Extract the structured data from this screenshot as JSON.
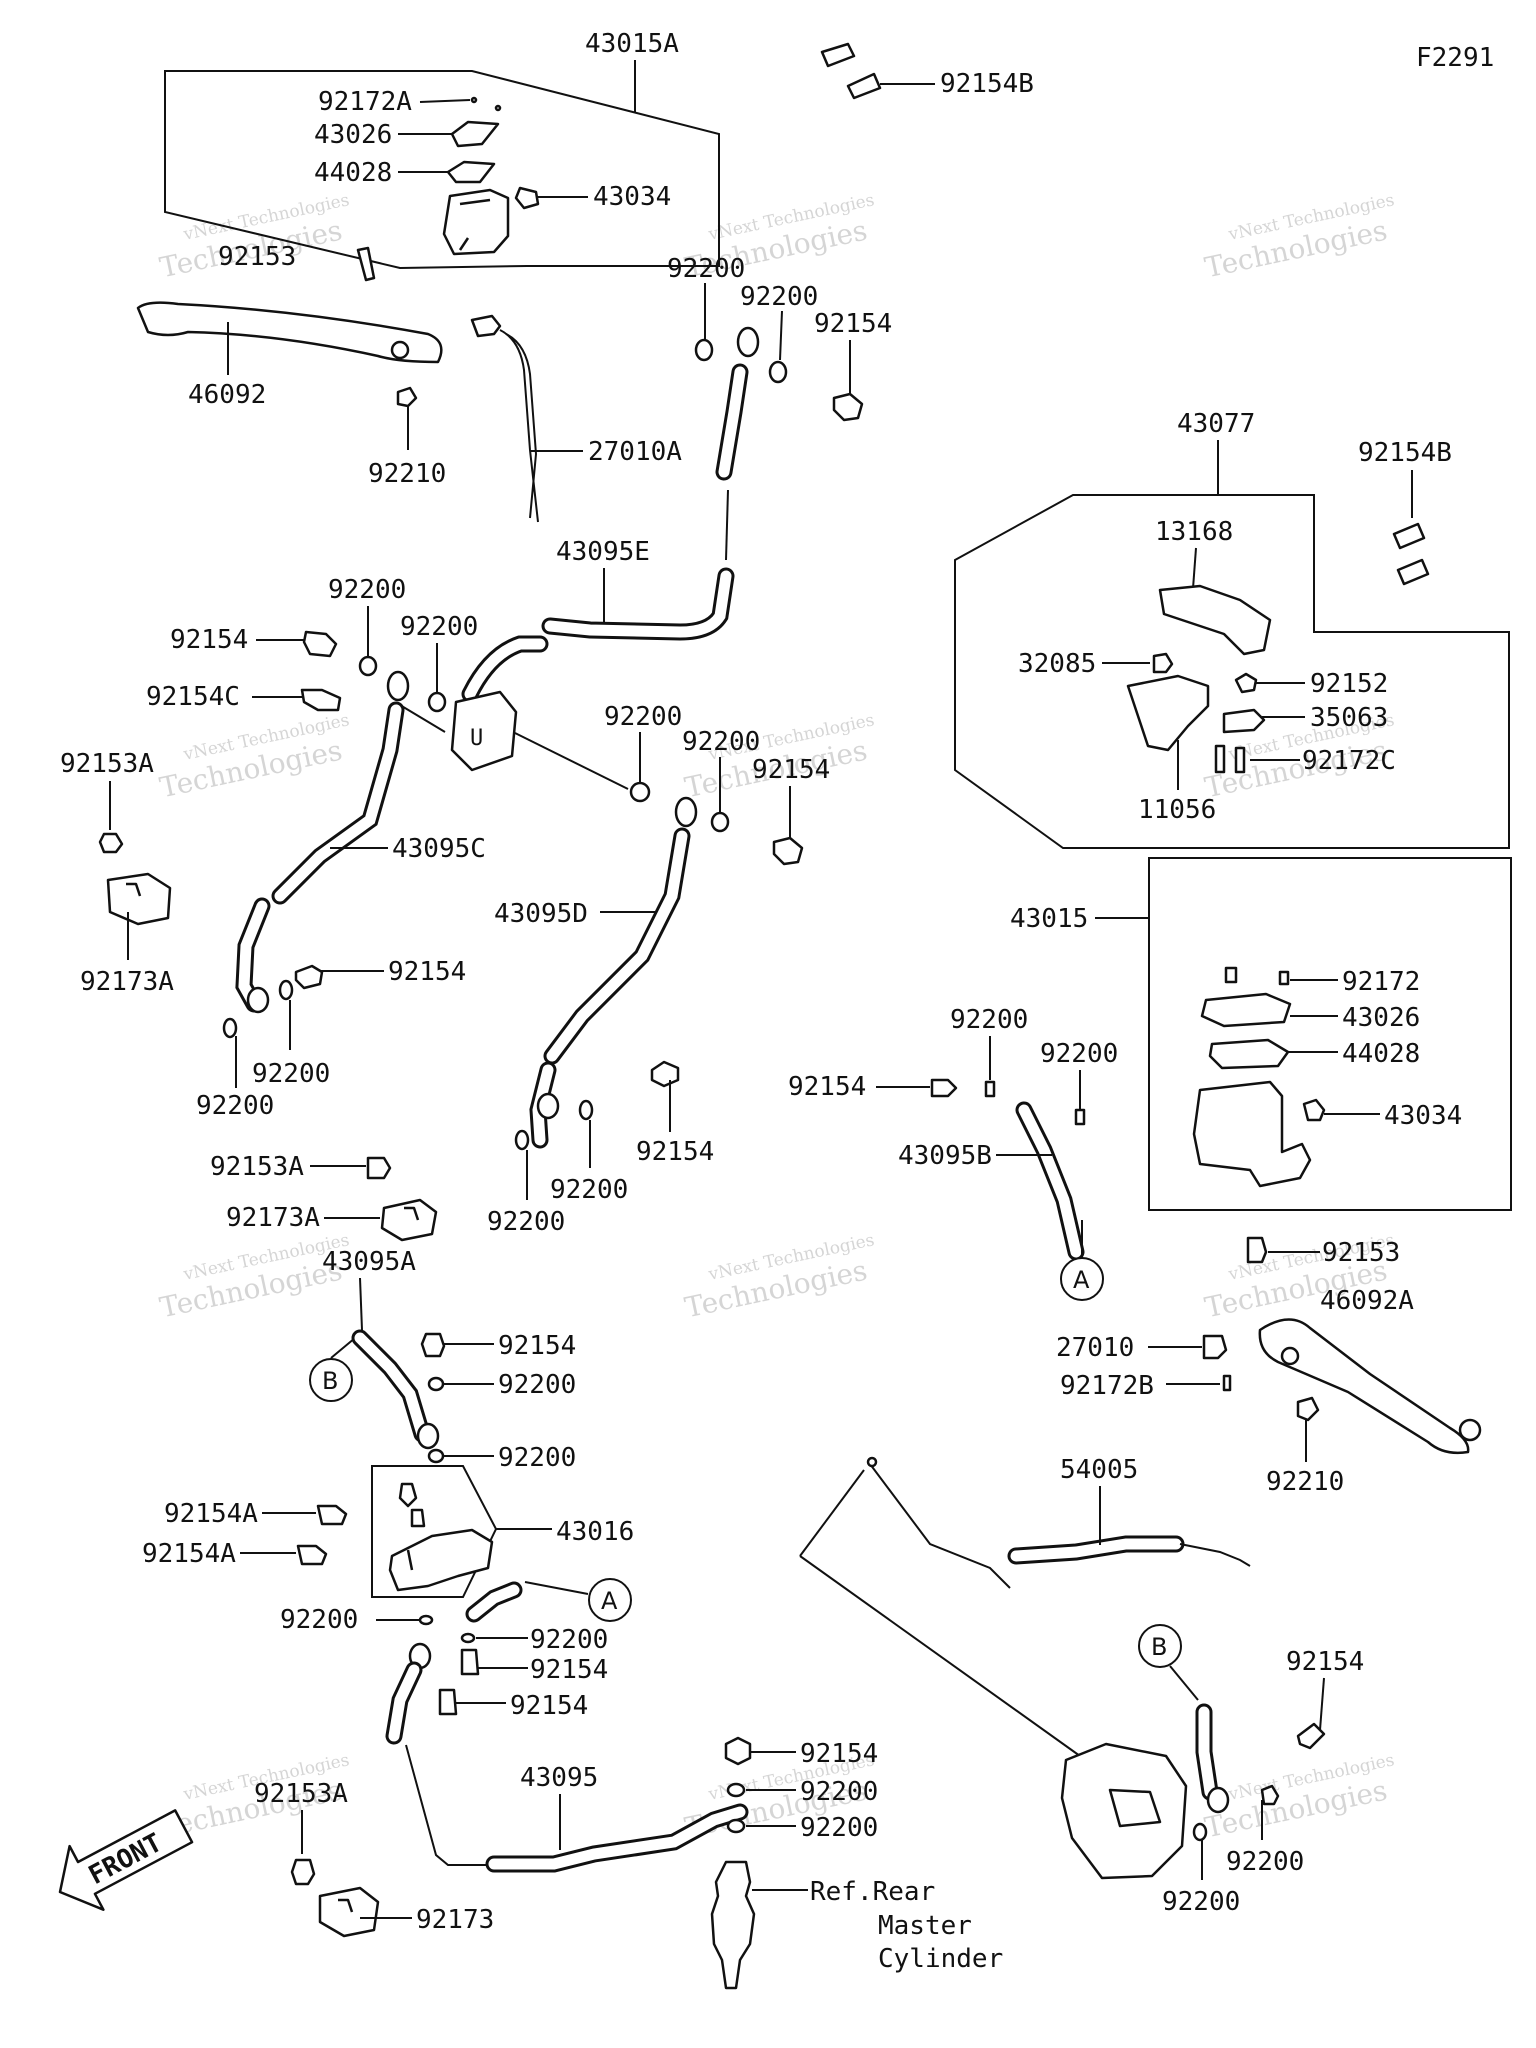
{
  "figure_code": "F2291",
  "watermark": {
    "line1": "vNext Technologies",
    "line2": "Technologies"
  },
  "front_arrow_label": "FRONT",
  "ref_note": [
    "Ref.Rear",
    "Master",
    "Cylinder"
  ],
  "ref_circles": {
    "a": "A",
    "b": "B"
  },
  "labels": {
    "p43015A": "43015A",
    "p92154B_top": "92154B",
    "p92172A": "92172A",
    "p43026_top": "43026",
    "p44028_top": "44028",
    "p43034_top": "43034",
    "p92153_top": "92153",
    "p46092": "46092",
    "p92210_left": "92210",
    "p27010A": "27010A",
    "p92200_t1": "92200",
    "p92200_t2": "92200",
    "p92154_t1": "92154",
    "p43095E": "43095E",
    "p92200_l1": "92200",
    "p92200_l2": "92200",
    "p92154_l1": "92154",
    "p92154C": "92154C",
    "p92200_m1": "92200",
    "p92200_m2": "92200",
    "p92154_m1": "92154",
    "p92153A_1": "92153A",
    "p43095C": "43095C",
    "p92173A_1": "92173A",
    "p92154_l2": "92154",
    "p92200_l3": "92200",
    "p92200_l4": "92200",
    "p43095D": "43095D",
    "p92154_m2": "92154",
    "p92200_m3": "92200",
    "p92200_m4": "92200",
    "p92153A_2": "92153A",
    "p92173A_2": "92173A",
    "p43077": "43077",
    "p92154B_r": "92154B",
    "p13168": "13168",
    "p32085": "32085",
    "p92152": "92152",
    "p35063": "35063",
    "p92172C": "92172C",
    "p11056": "11056",
    "p43015": "43015",
    "p92172": "92172",
    "p43026_r": "43026",
    "p44028_r": "44028",
    "p43034_r": "43034",
    "p92200_c1": "92200",
    "p92200_c2": "92200",
    "p92154_c1": "92154",
    "p43095B": "43095B",
    "p92153_r": "92153",
    "p46092A": "46092A",
    "p27010": "27010",
    "p92172B": "92172B",
    "p92210_r": "92210",
    "p43095A": "43095A",
    "p92154_b1": "92154",
    "p92200_b1": "92200",
    "p92200_b2": "92200",
    "p92154A_1": "92154A",
    "p92154A_2": "92154A",
    "p43016": "43016",
    "p92200_b3": "92200",
    "p92200_b4": "92200",
    "p92154_b2": "92154",
    "p92154_b3": "92154",
    "p54005": "54005",
    "p92154_b4": "92154",
    "p92200_b5": "92200",
    "p92200_b6": "92200",
    "p43095": "43095",
    "p92153A_3": "92153A",
    "p92173": "92173",
    "p92154_r2": "92154",
    "p92200_r2": "92200",
    "p92200_r3": "92200"
  }
}
